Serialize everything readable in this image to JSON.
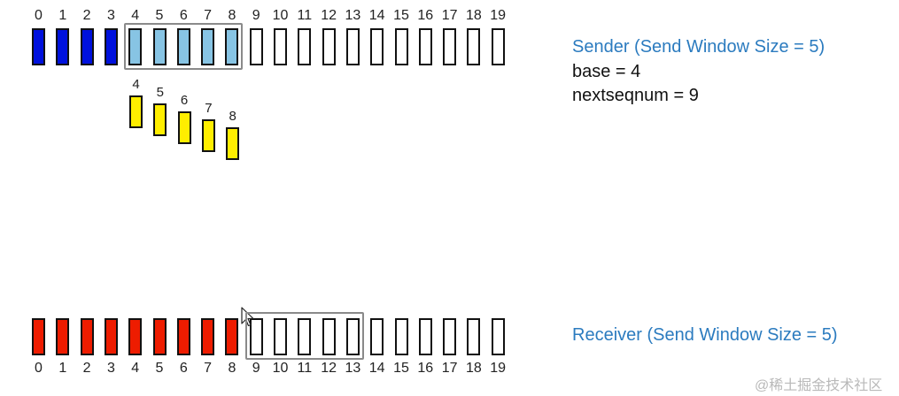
{
  "colors": {
    "acked": "#0011dd",
    "sent_unacked": "#87c4e4",
    "available": "#ffffff",
    "received": "#ee1c00",
    "in_flight": "#ffee00"
  },
  "sender": {
    "title": "Sender (Send Window Size = 5)",
    "base_text": "base = 4",
    "nextseq_text": "nextseqnum = 9",
    "window_size": 5,
    "base": 4,
    "nextseqnum": 9,
    "seq_numbers": [
      "0",
      "1",
      "2",
      "3",
      "4",
      "5",
      "6",
      "7",
      "8",
      "9",
      "10",
      "11",
      "12",
      "13",
      "14",
      "15",
      "16",
      "17",
      "18",
      "19"
    ],
    "states": [
      "acked",
      "acked",
      "acked",
      "acked",
      "sent_unacked",
      "sent_unacked",
      "sent_unacked",
      "sent_unacked",
      "sent_unacked",
      "available",
      "available",
      "available",
      "available",
      "available",
      "available",
      "available",
      "available",
      "available",
      "available",
      "available"
    ]
  },
  "packets_in_flight": [
    "4",
    "5",
    "6",
    "7",
    "8"
  ],
  "receiver": {
    "title": "Receiver (Send Window Size = 5)",
    "window_start": 9,
    "window_size": 5,
    "seq_numbers": [
      "0",
      "1",
      "2",
      "3",
      "4",
      "5",
      "6",
      "7",
      "8",
      "9",
      "10",
      "11",
      "12",
      "13",
      "14",
      "15",
      "16",
      "17",
      "18",
      "19"
    ],
    "states": [
      "received",
      "received",
      "received",
      "received",
      "received",
      "received",
      "received",
      "received",
      "received",
      "available",
      "available",
      "available",
      "available",
      "available",
      "available",
      "available",
      "available",
      "available",
      "available",
      "available"
    ]
  },
  "watermark": "@稀土掘金技术社区"
}
